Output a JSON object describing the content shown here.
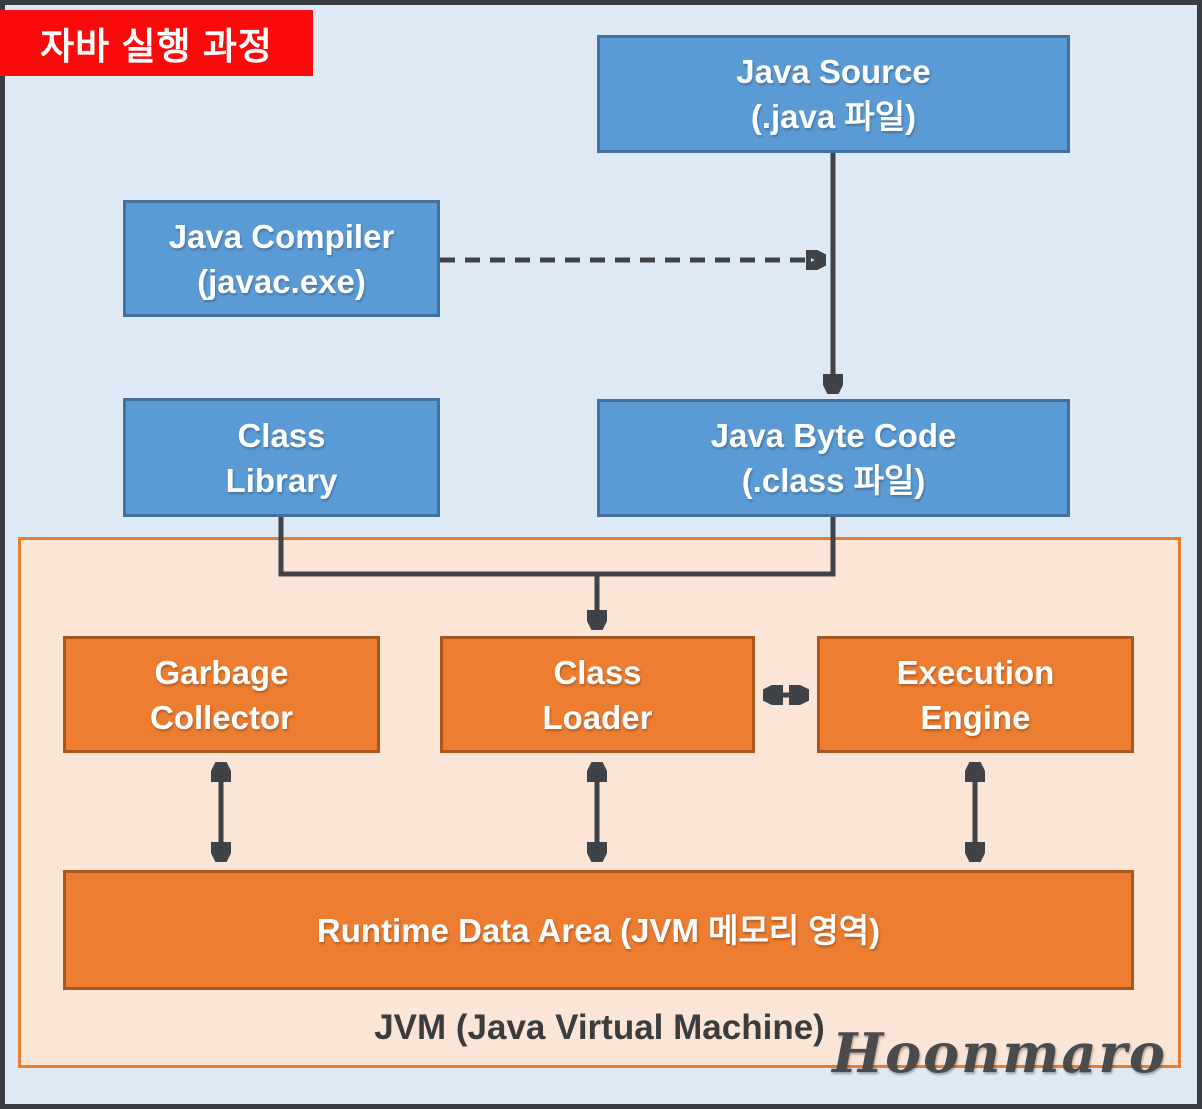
{
  "badge": {
    "label": "자바 실행 과정"
  },
  "nodes": {
    "java_source": {
      "line1": "Java Source",
      "line2": "(.java 파일)"
    },
    "java_compiler": {
      "line1": "Java Compiler",
      "line2": "(javac.exe)"
    },
    "class_library": {
      "line1": "Class",
      "line2": "Library"
    },
    "java_byte_code": {
      "line1": "Java Byte Code",
      "line2": "(.class 파일)"
    },
    "garbage_collector": {
      "line1": "Garbage",
      "line2": "Collector"
    },
    "class_loader": {
      "line1": "Class",
      "line2": "Loader"
    },
    "execution_engine": {
      "line1": "Execution",
      "line2": "Engine"
    },
    "runtime_data_area": {
      "label": "Runtime Data Area (JVM 메모리 영역)"
    }
  },
  "jvm": {
    "label": "JVM (Java Virtual Machine)"
  },
  "signature": {
    "label": "Hoonmaro"
  },
  "edges": [
    {
      "from": "java_source",
      "to": "java_byte_code",
      "style": "solid-arrow-down"
    },
    {
      "from": "java_compiler",
      "to": "source-to-bytecode-flow",
      "style": "dashed-arrow-right"
    },
    {
      "from": "class_library",
      "to": "class_loader",
      "style": "merged-solid-arrow"
    },
    {
      "from": "java_byte_code",
      "to": "class_loader",
      "style": "merged-solid-arrow"
    },
    {
      "from": "class_loader",
      "to": "execution_engine",
      "style": "double-arrow-horizontal"
    },
    {
      "from": "garbage_collector",
      "to": "runtime_data_area",
      "style": "double-arrow-vertical"
    },
    {
      "from": "class_loader",
      "to": "runtime_data_area",
      "style": "double-arrow-vertical"
    },
    {
      "from": "execution_engine",
      "to": "runtime_data_area",
      "style": "double-arrow-vertical"
    }
  ],
  "colors": {
    "background": "#dde9f5",
    "frame": "#383d43",
    "badge_bg": "#fa0a0a",
    "blue_fill": "#5b9bd5",
    "blue_border": "#41719c",
    "orange_fill": "#ed7d31",
    "orange_border": "#a9571e",
    "jvm_fill": "#fbe5d6",
    "jvm_border": "#e87d2e",
    "arrow": "#3f4348",
    "box_text": "#ffffff",
    "jvm_label_text": "#3c3c3c"
  }
}
